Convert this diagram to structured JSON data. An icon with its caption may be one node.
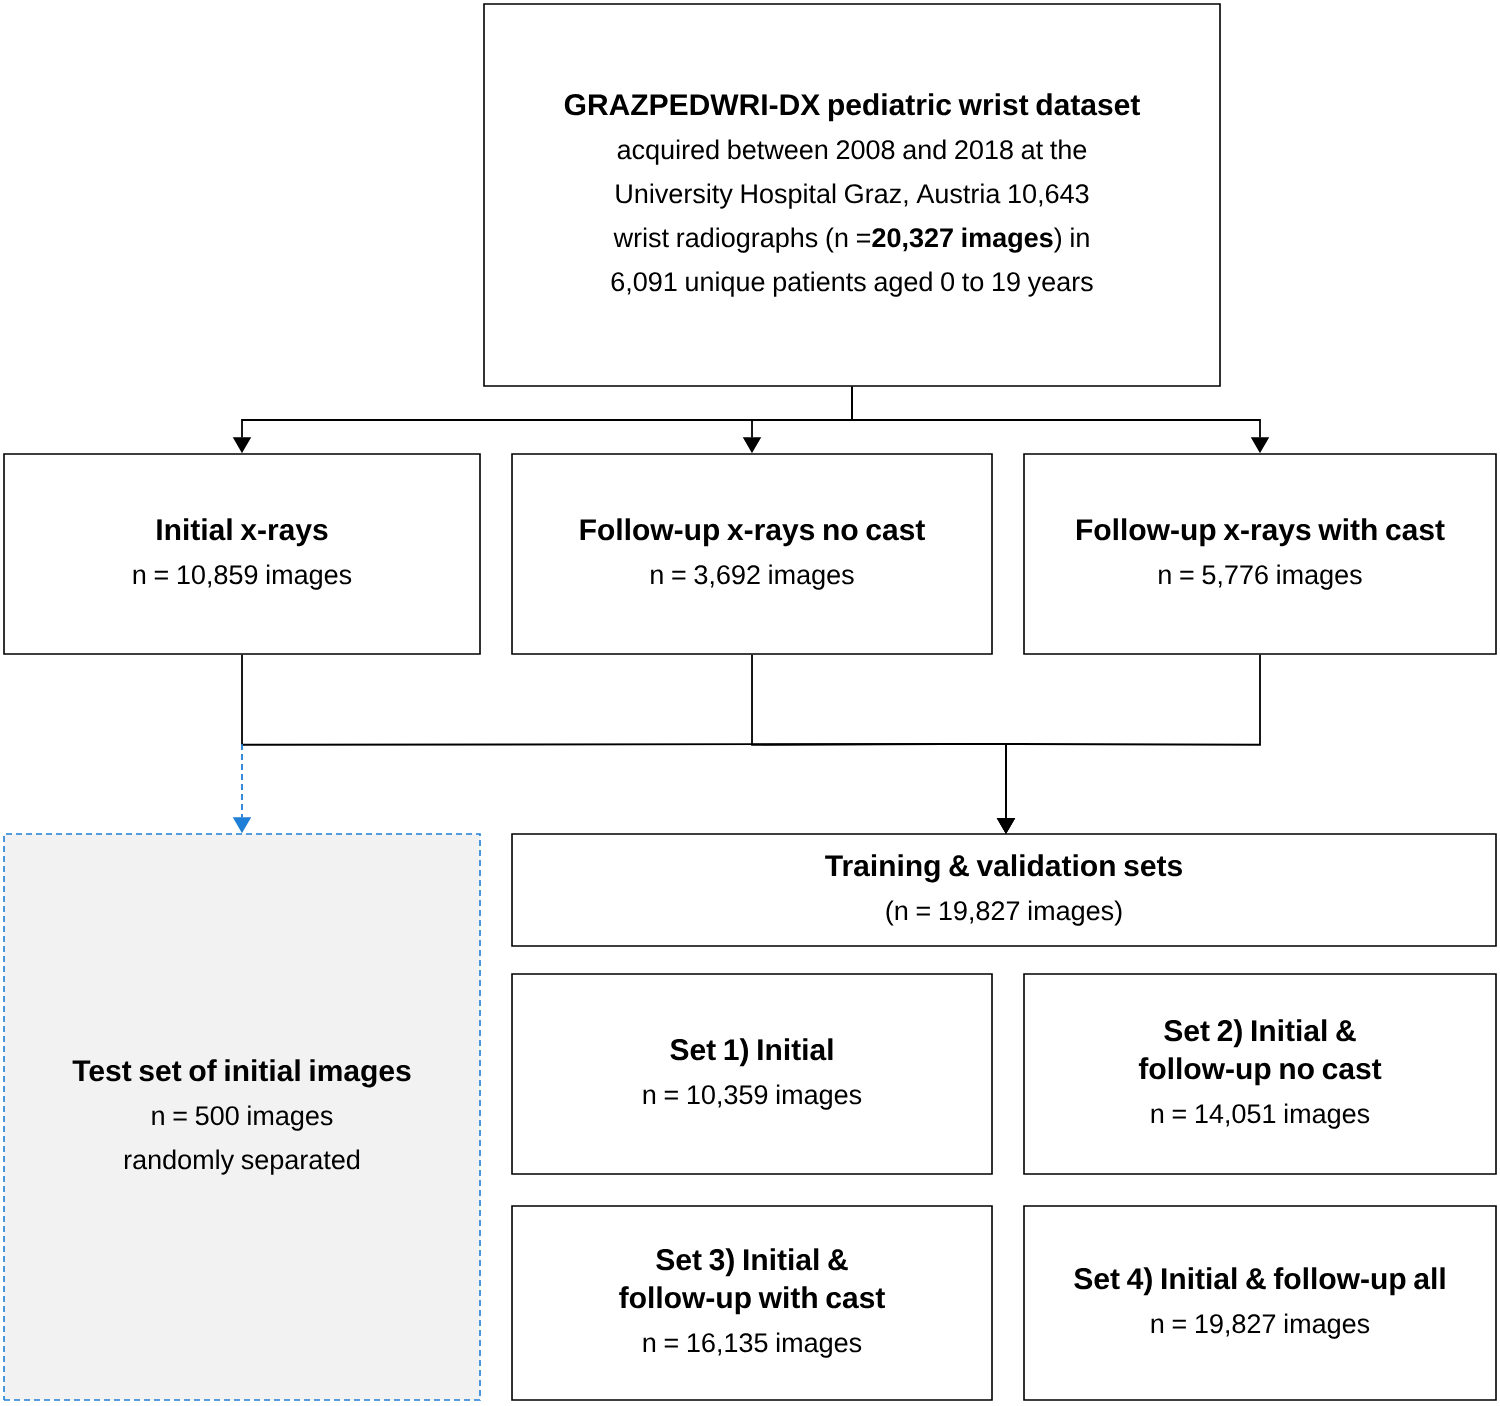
{
  "diagram": {
    "nodes": [
      {
        "text": [
          "GRAZPEDWRI-DX pediatric  wrist dataset",
          "acquired between 2008 and 2018 at the University Hospital Graz, Austria 10,643 wrist radiographs (n =**20,327 images**) in 6,091 unique patients aged 0 to 19 years"
        ]
      },
      {
        "text": [
          "Initial x-rays",
          "n = 10,859 images"
        ]
      },
      {
        "text": [
          "Follow-up x-rays no cast",
          "n = 3,692 images"
        ]
      },
      {
        "text": [
          "Follow-up x-rays with cast",
          "n = 5,776 images"
        ]
      },
      {
        "text": [
          "Test set of initial images",
          "n = 500 images randomly separated"
        ]
      },
      {
        "text": [
          "Training & validation sets",
          "(n = 19,827 images)"
        ]
      },
      {
        "text": [
          "Set 1) Initial",
          "n = 10,359 images"
        ]
      },
      {
        "text": [
          "Set 2) Initial & follow-up no cast",
          "n = 14,051 images"
        ]
      },
      {
        "text": [
          "Set 3) Initial & follow-up with cast",
          "n = 16,135 images"
        ]
      },
      {
        "text": [
          "Set 4) Initial & follow-up all",
          "n = 19,827 images"
        ]
      }
    ],
    "edges": [
      {
        "from": 0,
        "to": 1,
        "arrow": "to"
      },
      {
        "from": 0,
        "to": 2,
        "arrow": "to"
      },
      {
        "from": 0,
        "to": 3,
        "arrow": "to"
      },
      {
        "from": 1,
        "to": 5,
        "arrow": "to"
      },
      {
        "from": 2,
        "to": 5,
        "arrow": "to"
      },
      {
        "from": 3,
        "to": 5,
        "arrow": "to"
      },
      {
        "from": 1,
        "to": 4,
        "arrow": "to",
        "style": "dashed",
        "color": "#1f7fd6"
      }
    ]
  }
}
